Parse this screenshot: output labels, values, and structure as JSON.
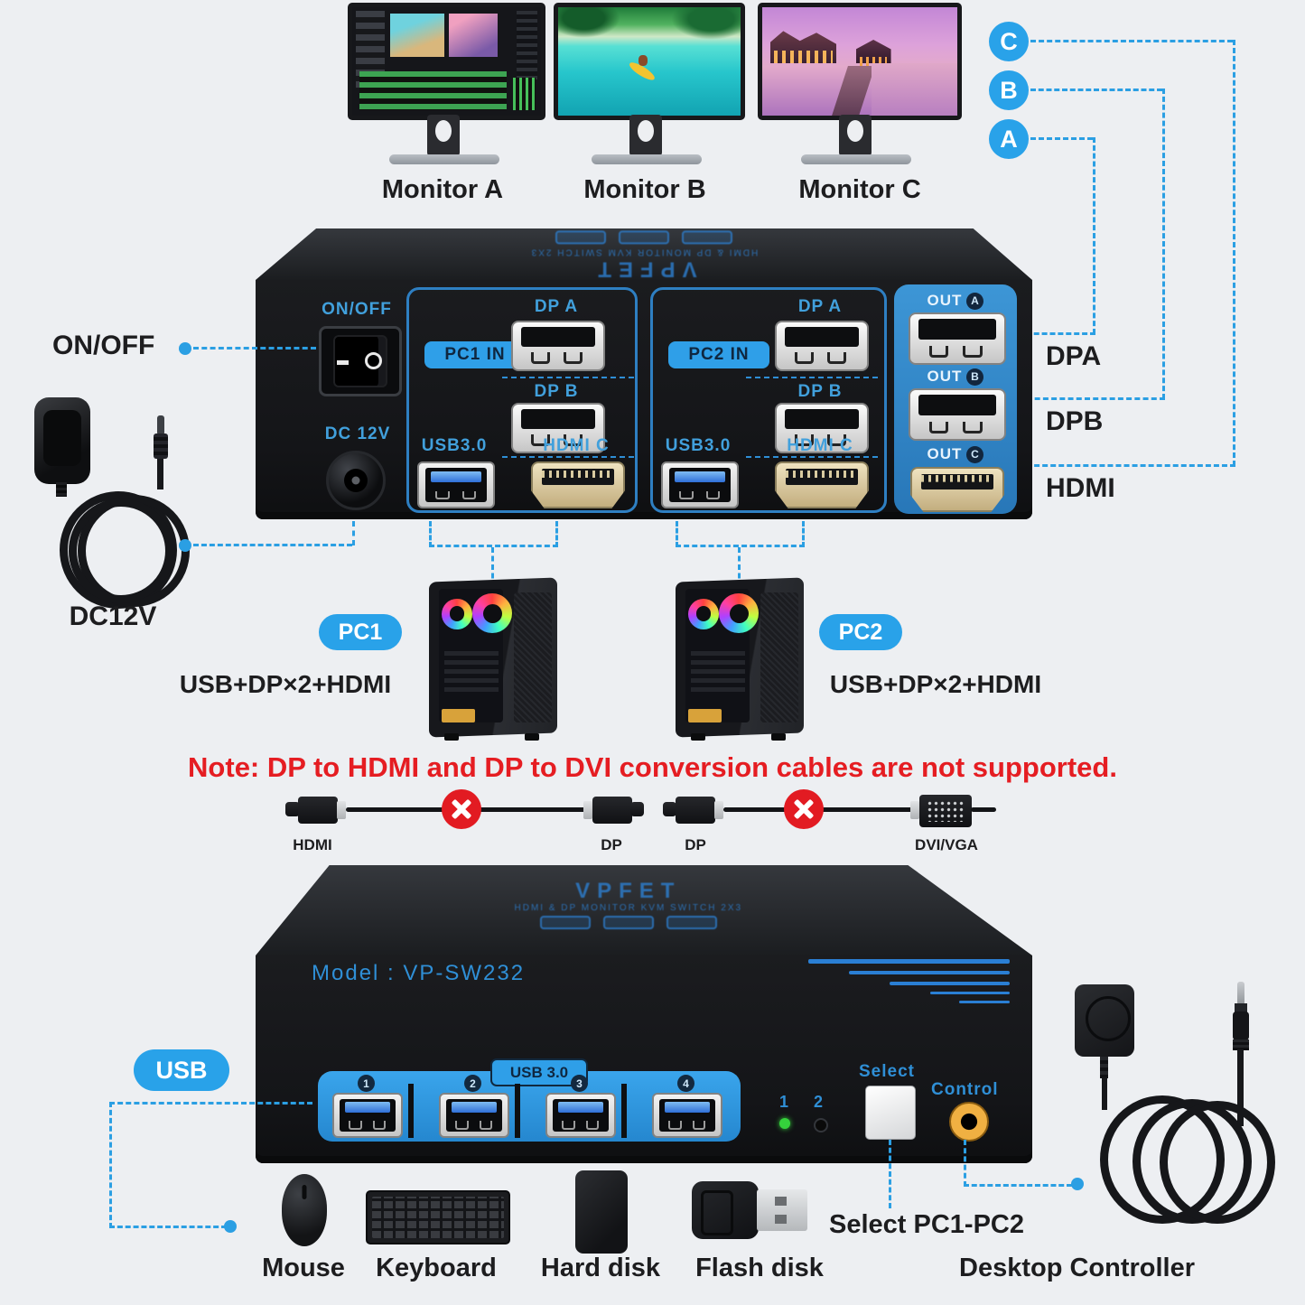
{
  "monitors": {
    "a": "Monitor A",
    "b": "Monitor B",
    "c": "Monitor C"
  },
  "out_circles": {
    "c": "C",
    "b": "B",
    "a": "A"
  },
  "right_labels": {
    "dpa": "DPA",
    "dpb": "DPB",
    "hdmi": "HDMI"
  },
  "rear": {
    "on_off": "ON/OFF",
    "dc_12v": "DC 12V",
    "pc1_in": "PC1 IN",
    "pc2_in": "PC2 IN",
    "dp_a": "DP A",
    "dp_b": "DP B",
    "usb30": "USB3.0",
    "hdmi_c": "HDMI C",
    "out": "OUT",
    "out_a": "A",
    "out_b": "B",
    "out_c": "C"
  },
  "callouts": {
    "on_off": "ON/OFF",
    "dc12v": "DC12V",
    "usb": "USB",
    "select_pc": "Select PC1-PC2",
    "desktop_controller": "Desktop Controller"
  },
  "pcs": {
    "pc1": "PC1",
    "pc2": "PC2",
    "pc1_combo": "USB+DP×2+HDMI",
    "pc2_combo": "USB+DP×2+HDMI"
  },
  "note": "Note: DP to HDMI and DP to DVI conversion cables are not supported.",
  "cable_labels": {
    "hdmi": "HDMI",
    "dp_left": "DP",
    "dp_right": "DP",
    "dvi": "DVI/VGA"
  },
  "front": {
    "model": "Model : VP-SW232",
    "usb30": "USB 3.0",
    "p1": "1",
    "p2": "2",
    "p3": "3",
    "p4": "4",
    "led1": "1",
    "led2": "2",
    "select": "Select",
    "control": "Control"
  },
  "peripherals": {
    "mouse": "Mouse",
    "keyboard": "Keyboard",
    "hard_disk": "Hard disk",
    "flash_disk": "Flash disk"
  },
  "branding": {
    "name": "VPFET",
    "tagline": "HDMI & DP MONITOR KVM SWITCH 2X3"
  },
  "colors": {
    "accent": "#2b9fe3",
    "note_red": "#e51d22",
    "panel_blue": "#2e86c9",
    "led_green": "#35d23c",
    "control_orange": "#e8a225"
  }
}
